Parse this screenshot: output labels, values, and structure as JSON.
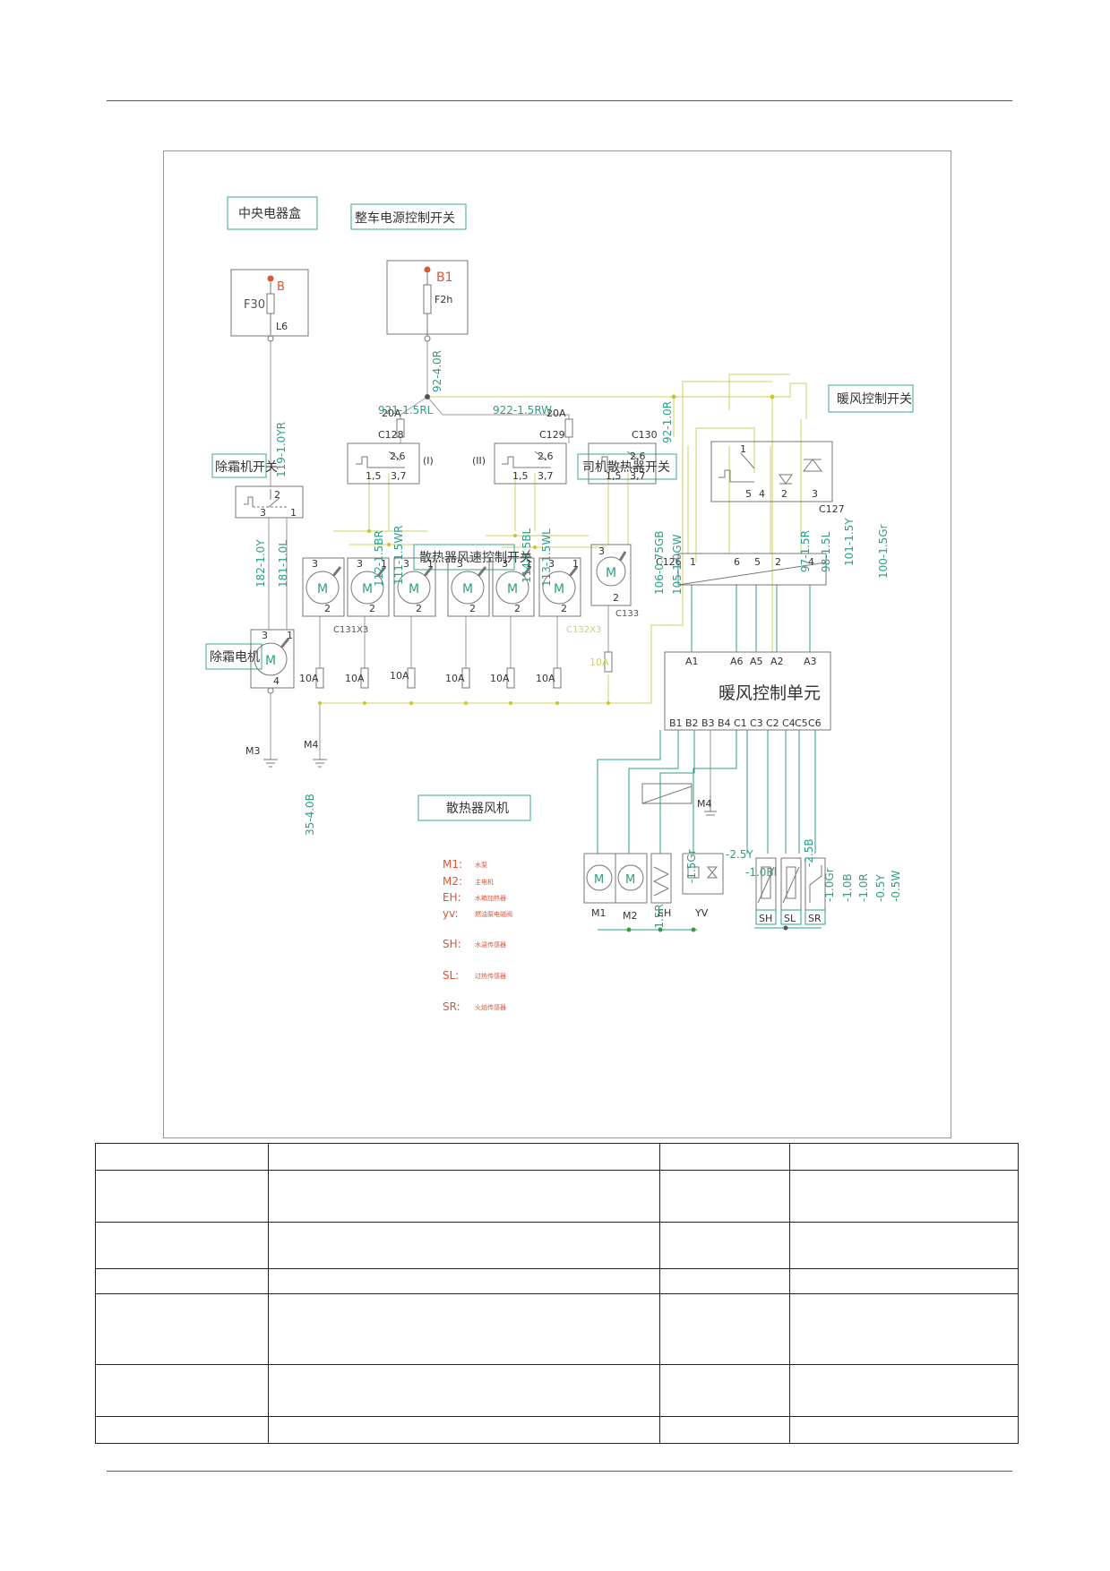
{
  "boxes": {
    "central_box": "中央电器盒",
    "power_switch": "整车电源控制开关",
    "defrost_switch": "除霜机开关",
    "defrost_motor": "除霜电机",
    "radiator_speed_switch": "散热器风速控制开关",
    "driver_radiator_switch": "司机散热器开关",
    "heater_switch": "暖风控制开关",
    "radiator_fan": "散热器风机",
    "heater_unit": "暖风控制单元"
  },
  "labels": {
    "B": "B",
    "F30": "F30",
    "L6": "L6",
    "B1": "B1",
    "F2h": "F2h",
    "20A": "20A",
    "10A": "10A",
    "C128": "C128",
    "C129": "C129",
    "C130": "C130",
    "C127": "C127",
    "C126": "C126",
    "C131X3": "C131X3",
    "C132X3": "C132X3",
    "C133": "C133",
    "M3": "M3",
    "M4": "M4",
    "M": "M",
    "M1": "M1",
    "M2": "M2",
    "EH": "EH",
    "YV": "YV",
    "SH": "SH",
    "SL": "SL",
    "SR": "SR",
    "mode1": "(I)",
    "mode2": "(II)",
    "pin1": "1",
    "pin2": "2",
    "pin3": "3",
    "pin4": "4",
    "pin5": "5",
    "pin6": "6",
    "pin15": "1,5",
    "pin26": "2,6",
    "pin37": "3,7",
    "A1": "A1",
    "A6": "A6",
    "A5": "A5",
    "A2": "A2",
    "A3": "A3",
    "B1p": "B1",
    "B2": "B2",
    "B3": "B3",
    "B4": "B4",
    "C1": "C1",
    "C3": "C3",
    "C2": "C2",
    "C4": "C4",
    "C5": "C5",
    "C6": "C6"
  },
  "wires": {
    "w119": "119-1.0YR",
    "w182": "182-1.0Y",
    "w181": "181-1.0L",
    "w92_4": "92-4.0R",
    "w921": "921-1.5RL",
    "w922": "922-1.5RW",
    "w92_1": "92-1.0R",
    "w112": "112-1.5BR",
    "w111": "111-1.5WR",
    "w114": "114-1.5BL",
    "w113": "113-1.5WL",
    "w106": "106-0.75GB",
    "w105": "105-1.0GW",
    "w97": "97-1.5R",
    "w98": "98-1.5L",
    "w101": "101-1.5Y",
    "w100": "100-1.5Gr",
    "w35": "35-4.0B",
    "w25Y": "-2.5Y",
    "w10Bl": "-1.0Bl",
    "w25B": "-2.5B",
    "w15Gr": "-1.5Gr",
    "w15R": "-1.5R",
    "w10Gr": "-1.0Gr",
    "w10B": "-1.0B",
    "w10R": "-1.0R",
    "w05Y": "-0.5Y",
    "w05W": "-0.5W"
  },
  "legend": [
    {
      "key": "M1:",
      "value": "水泵"
    },
    {
      "key": "M2:",
      "value": "主电机"
    },
    {
      "key": "EH:",
      "value": "水箱加热器"
    },
    {
      "key": "yv:",
      "value": "燃油泵电磁阀"
    },
    {
      "key": "SH:",
      "value": "水温传感器"
    },
    {
      "key": "SL:",
      "value": "过热传感器"
    },
    {
      "key": "SR:",
      "value": "火焰传感器"
    }
  ],
  "colors": {
    "wire_gray": "#9a9a9a",
    "wire_green": "#2e9e86",
    "wire_yellow": "#cfcf6a",
    "node_green": "#3c9a3c",
    "node_yellow": "#c7c72c",
    "fuse_red": "#d8563a",
    "box_border": "#3fa58f"
  }
}
